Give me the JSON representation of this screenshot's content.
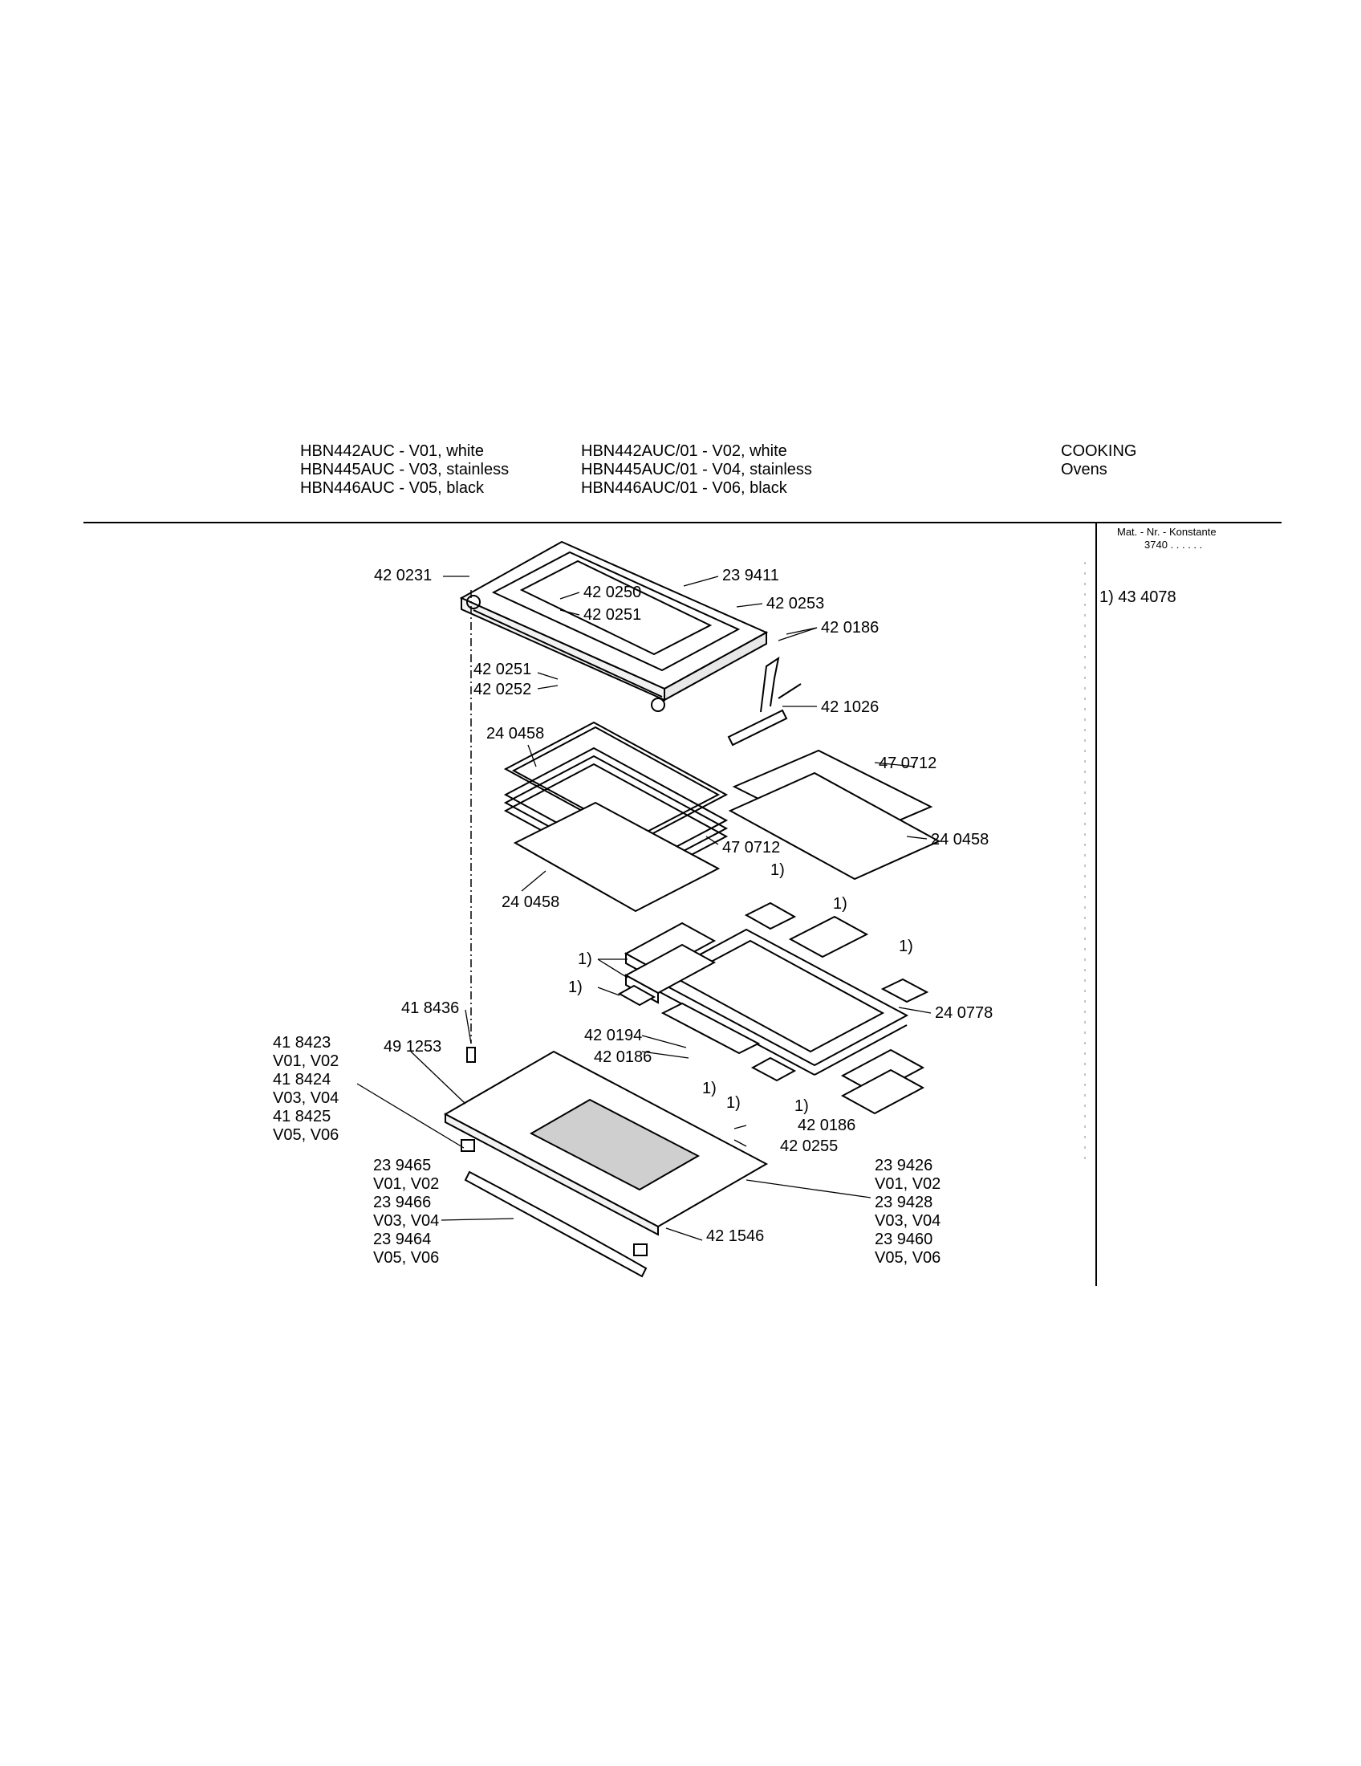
{
  "header": {
    "models_left": [
      "HBN442AUC - V01, white",
      "HBN445AUC - V03, stainless",
      "HBN446AUC - V05, black"
    ],
    "models_right": [
      "HBN442AUC/01 - V02, white",
      "HBN445AUC/01 - V04, stainless",
      "HBN446AUC/01 - V06, black"
    ],
    "category": "COOKING",
    "subcategory": "Ovens"
  },
  "sidebar": {
    "mat_label": "Mat. - Nr. - Konstante",
    "mat_value": "3740 . .   . . . .",
    "footnote": "1) 43 4078"
  },
  "callouts": {
    "p420231": "42 0231",
    "p239411": "23 9411",
    "p420250": "42 0250",
    "p420251a": "42 0251",
    "p420253": "42 0253",
    "p420186a": "42 0186",
    "p420251b": "42 0251",
    "p420252": "42 0252",
    "p421026": "42 1026",
    "p240458a": "24 0458",
    "p470712a": "47 0712",
    "p240458b": "24 0458",
    "p470712b": "47 0712",
    "p240458c": "24 0458",
    "n1a": "1)",
    "n1b": "1)",
    "n1c": "1)",
    "n1d": "1)",
    "n1e": "1)",
    "n1f": "1)",
    "n1g": "1)",
    "n1h": "1)",
    "p240778": "24 0778",
    "p418436": "41 8436",
    "p420194": "42 0194",
    "p420186b": "42 0186",
    "p491253": "49 1253",
    "p420186c": "42 0186",
    "p420255": "42 0255",
    "p421546": "42 1546",
    "left_list": [
      "41 8423",
      "V01, V02",
      "41 8424",
      "V03, V04",
      "41 8425",
      "V05, V06"
    ],
    "handle_list": [
      "23 9465",
      "V01, V02",
      "23 9466",
      "V03, V04",
      "23 9464",
      "V05, V06"
    ],
    "right_list": [
      "23 9426",
      "V01, V02",
      "23 9428",
      "V03, V04",
      "23 9460",
      "V05, V06"
    ]
  }
}
